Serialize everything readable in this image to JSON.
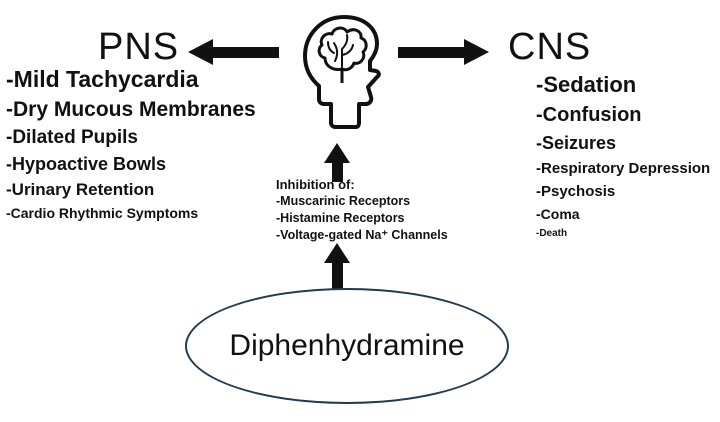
{
  "diagram": {
    "pns": {
      "label": "PNS",
      "items": [
        "-Mild Tachycardia",
        "-Dry Mucous Membranes",
        "-Dilated Pupils",
        "-Hypoactive Bowls",
        "-Urinary Retention",
        "-Cardio Rhythmic Symptoms"
      ]
    },
    "cns": {
      "label": "CNS",
      "items": [
        "-Sedation",
        "-Confusion",
        "-Seizures",
        "-Respiratory Depression",
        "-Psychosis",
        "-Coma",
        "-Death"
      ]
    },
    "inhibition": {
      "title": "Inhibition of:",
      "items": [
        "-Muscarinic Receptors",
        "-Histamine Receptors",
        "-Voltage-gated Na⁺ Channels"
      ]
    },
    "drug": {
      "label": "Diphenhydramine"
    },
    "icons": {
      "center": "brain-in-head-icon"
    },
    "colors": {
      "arrow": "#111111",
      "text": "#111111",
      "ellipse_border": "#233a52",
      "background": "#ffffff"
    }
  }
}
